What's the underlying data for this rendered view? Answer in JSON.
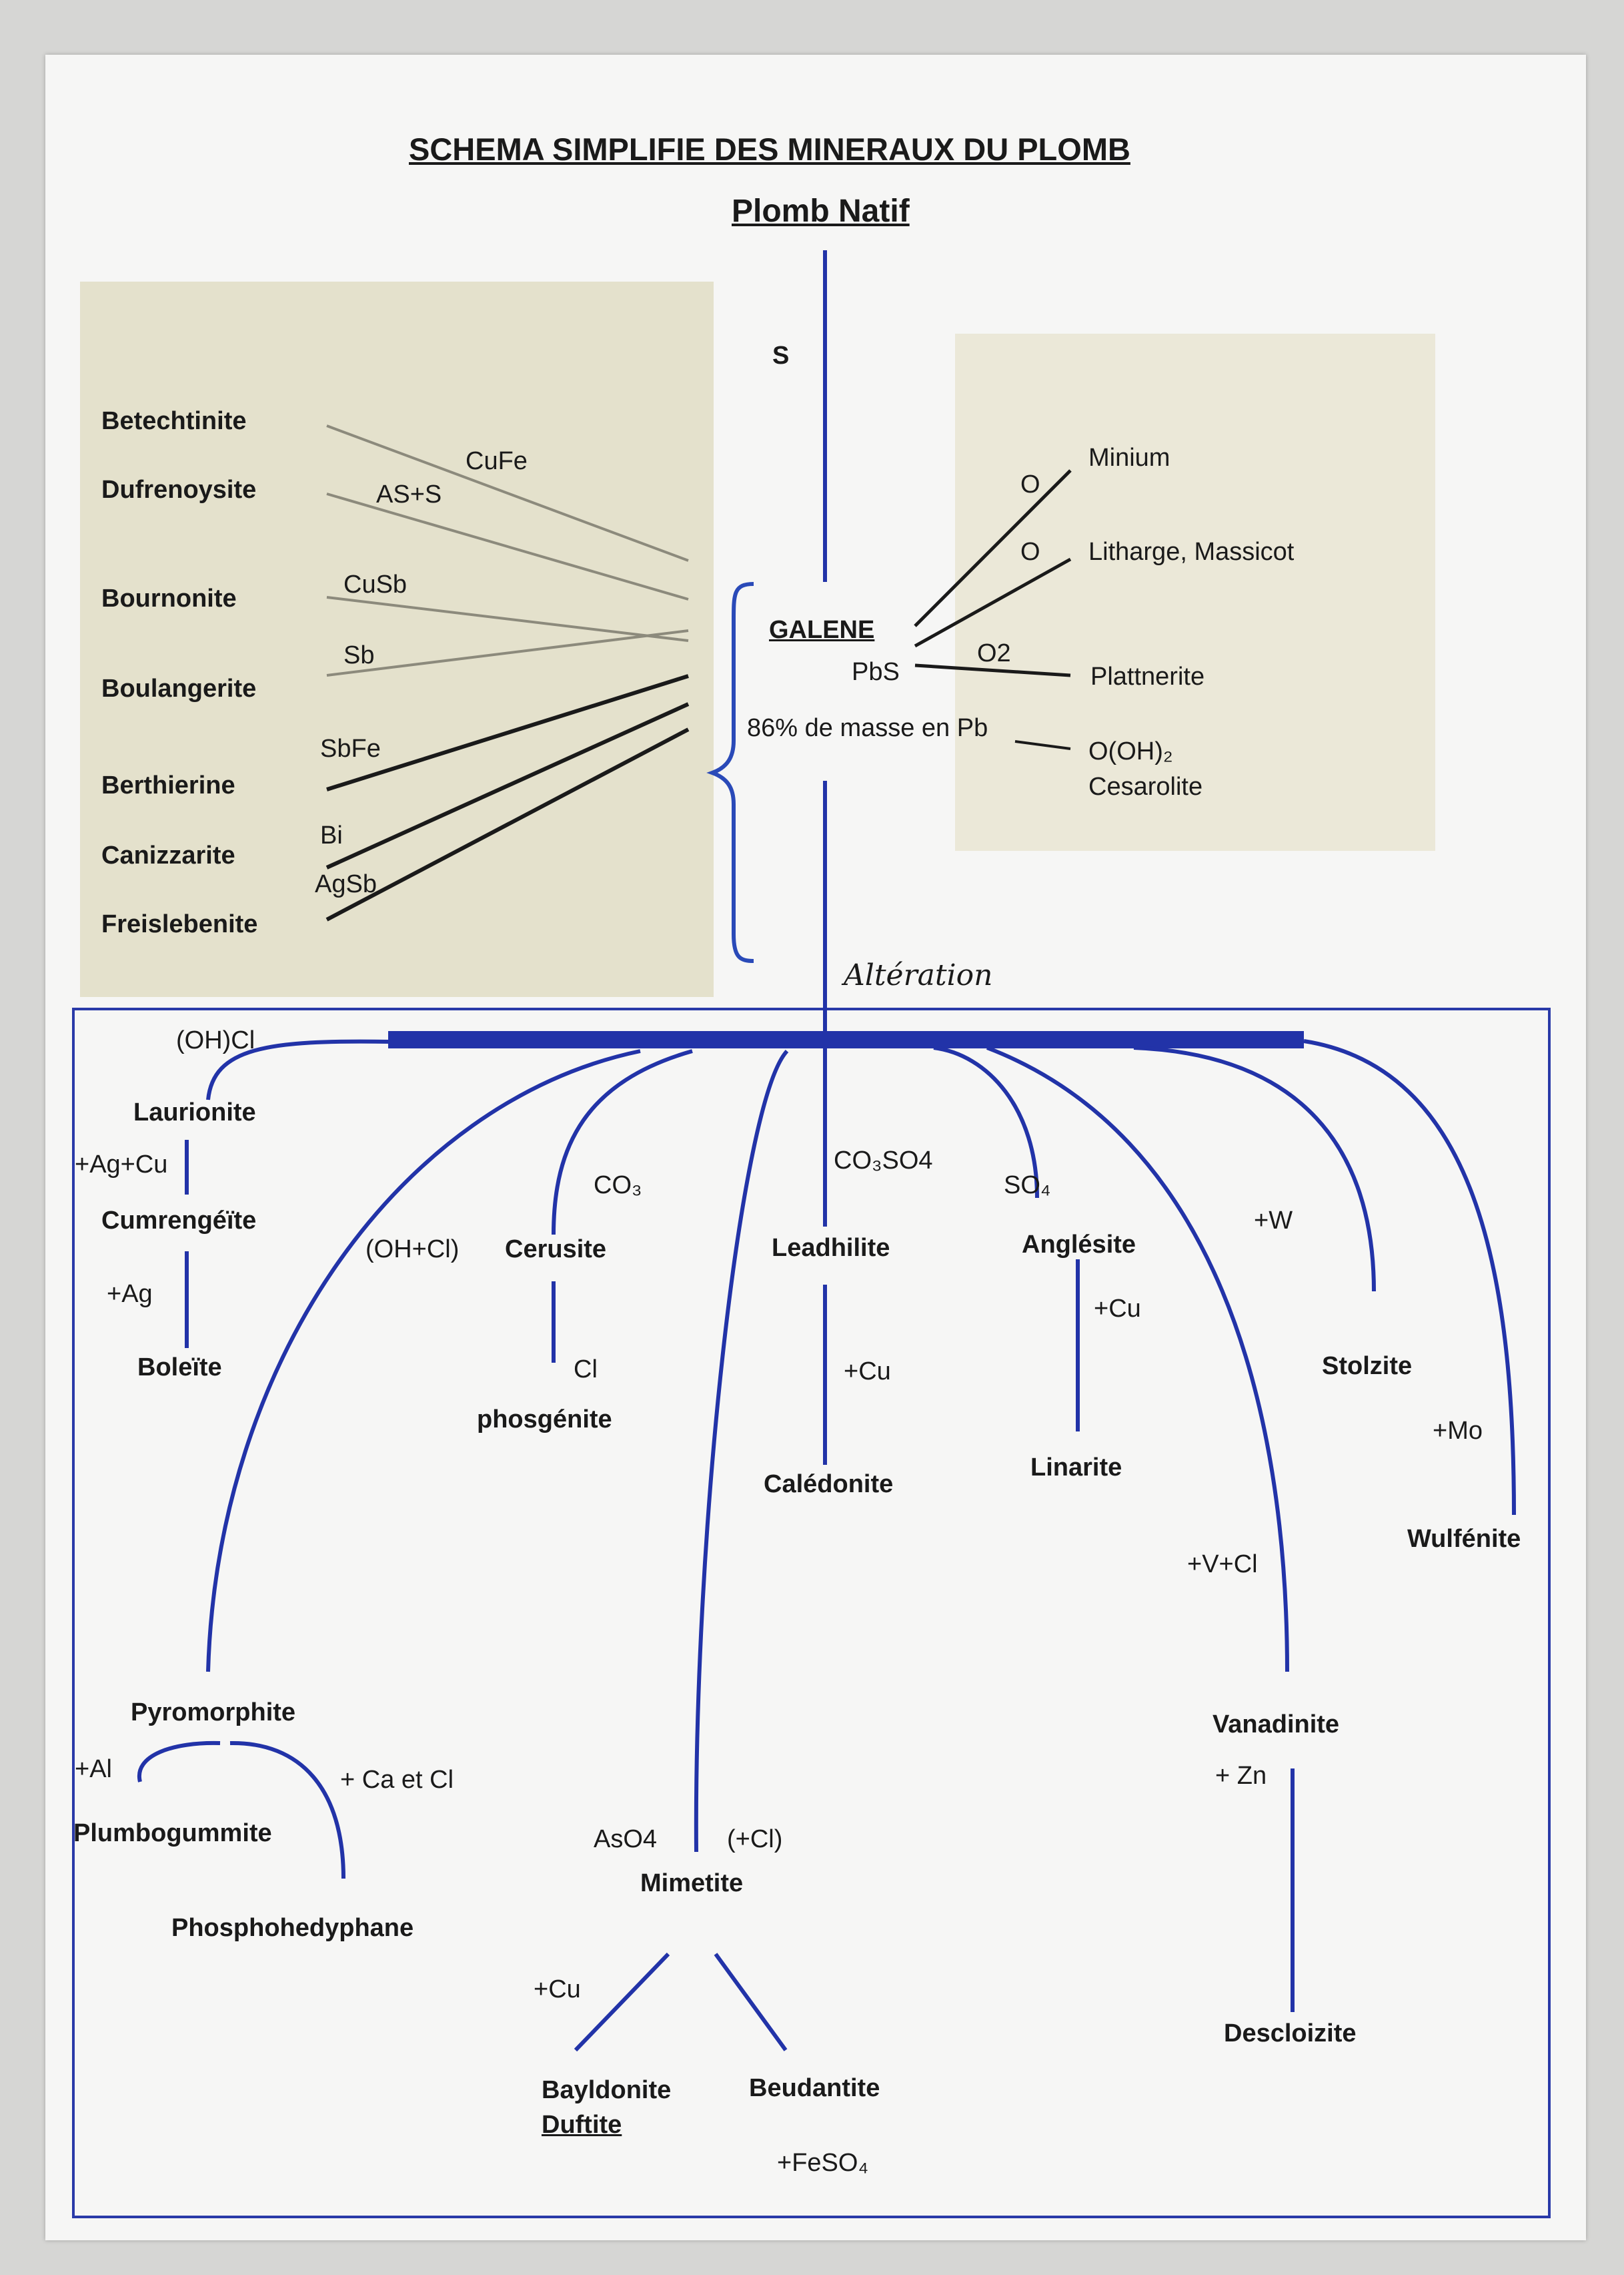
{
  "title": "SCHEMA SIMPLIFIE DES MINERAUX DU PLOMB",
  "root": "Plomb Natif",
  "trunk_label": "S",
  "galene": {
    "name": "GALENE",
    "formula": "PbS",
    "mass_note": "86% de masse en Pb"
  },
  "left_box": {
    "minerals": [
      "Betechtinite",
      "Dufrenoysite",
      "Bournonite",
      "Boulangerite",
      "Berthierine",
      "Canizzarite",
      "Freislebenite"
    ],
    "edge_labels": [
      "CuFe",
      "AS+S",
      "CuSb",
      "Sb",
      "SbFe",
      "Bi",
      "AgSb"
    ]
  },
  "right_box": {
    "minium": "Minium",
    "minium_reagent": "O",
    "litharge": "Litharge, Massicot",
    "litharge_reagent": "O",
    "plattnerite": "Plattnerite",
    "plattnerite_reagent": "O2",
    "cesarolite_formula": "O(OH)₂",
    "cesarolite": "Cesarolite"
  },
  "alteration_label": "Altération",
  "lower": {
    "ohcl": "(OH)Cl",
    "laurionite": "Laurionite",
    "agcu": "+Ag+Cu",
    "cummengeite": "Cumrengéïte",
    "ag": "+Ag",
    "boleite": "Boleïte",
    "ohpluscl": "(OH+Cl)",
    "co3": "CO₃",
    "cerusite": "Cerusite",
    "cl": "Cl",
    "phosgenite": "phosgénite",
    "co3so4": "CO₃SO4",
    "leadhilite": "Leadhilite",
    "cu_cal": "+Cu",
    "caledonite": "Calédonite",
    "so4": "SO₄",
    "anglesite": "Anglésite",
    "cu_lin": "+Cu",
    "linarite": "Linarite",
    "w": "+W",
    "stolzite": "Stolzite",
    "mo": "+Mo",
    "wulfenite": "Wulfénite",
    "vcl": "+V+Cl",
    "vanadinite": "Vanadinite",
    "zn": "+ Zn",
    "descloizite": "Descloizite",
    "pyromorphite": "Pyromorphite",
    "al": "+Al",
    "caetcl": "+ Ca et Cl",
    "plumbogummite": "Plumbogummite",
    "phosphohedyphane": "Phosphohedyphane",
    "aso4": "AsO4",
    "pcl": "(+Cl)",
    "mimetite": "Mimetite",
    "cu_mim": "+Cu",
    "bayldonite": "Bayldonite",
    "duftite": "Duftite",
    "beudantite": "Beudantite",
    "feso4": "+FeSO₄"
  },
  "colors": {
    "blue": "#2233a8",
    "panel": "#e4e1cc",
    "gray_line": "#8c8a7c"
  }
}
